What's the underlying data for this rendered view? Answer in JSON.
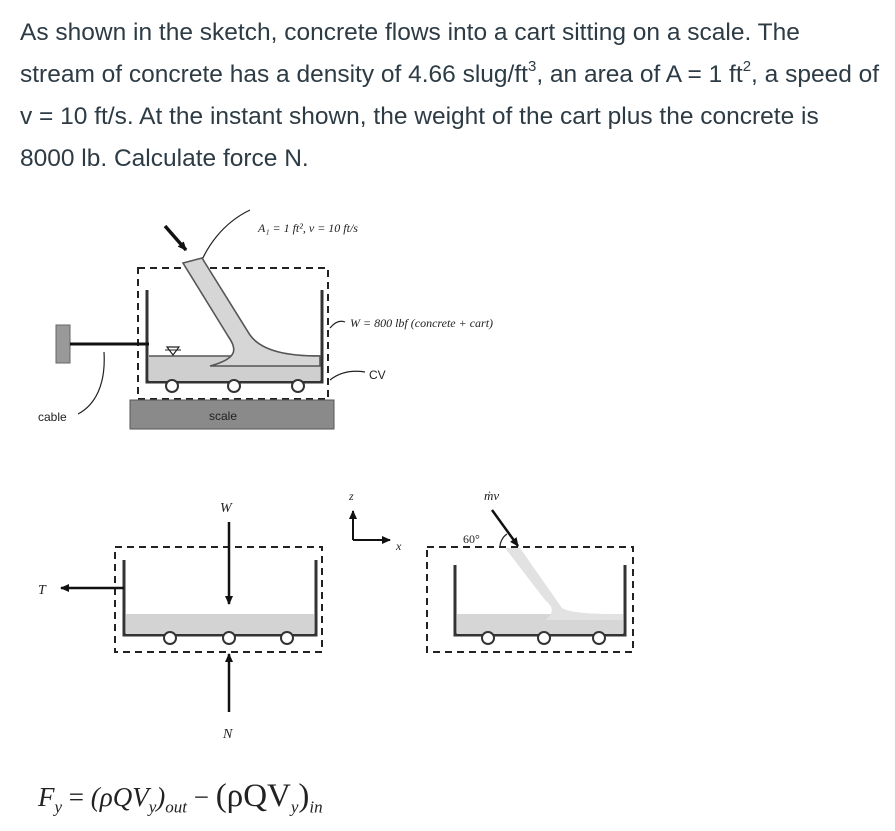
{
  "problem": {
    "part1": "As shown in the sketch, concrete flows into a cart sitting on a scale. The stream of concrete has a density of 4.66 slug/ft",
    "sup1": "3",
    "part2": ", an area of A = 1 ft",
    "sup2": "2",
    "part3": ", a speed of v = 10 ft/s. At the instant shown, the weight of the cart plus the concrete is 8000 lb. Calculate force N."
  },
  "figure": {
    "top_label": "A₁ = 1 ft², v = 10 ft/s",
    "weight_label": "W = 800 lbf (concrete + cart)",
    "cv_label": "CV",
    "cable_label": "cable",
    "scale_label": "scale",
    "w_label": "W",
    "t_label": "T",
    "n_label": "N",
    "z_label": "z",
    "x_label": "x",
    "mv_label": "ṁv",
    "angle_label": "60°"
  },
  "equation": {
    "lhs": "F",
    "lhs_sub": "y",
    "eq": " = ",
    "term1": "(ρQV",
    "term1_sub": "y",
    "term1_close": ")",
    "out_sub": "out",
    "minus": " − ",
    "term2": "(ρQV",
    "term2_sub": "y",
    "term2_close": ")",
    "in_sub": "in"
  }
}
